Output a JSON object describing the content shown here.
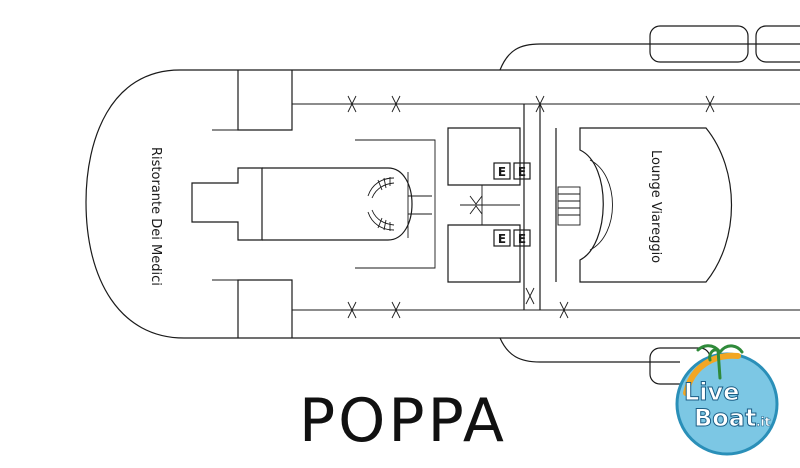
{
  "plan": {
    "rooms": [
      {
        "id": "ristorante",
        "label": "Ristorante Dei Medici"
      },
      {
        "id": "lounge",
        "label": "Lounge Viareggio"
      }
    ],
    "elevator_label": "E",
    "stern_label": "POPPA"
  },
  "logo": {
    "brand_left": "Live",
    "brand_right": "Boat",
    "domain": ".it",
    "colors": {
      "ring": "#2a8fb8",
      "sun": "#f2a623",
      "text": "#ffffff",
      "outline": "#1b5e86"
    }
  }
}
